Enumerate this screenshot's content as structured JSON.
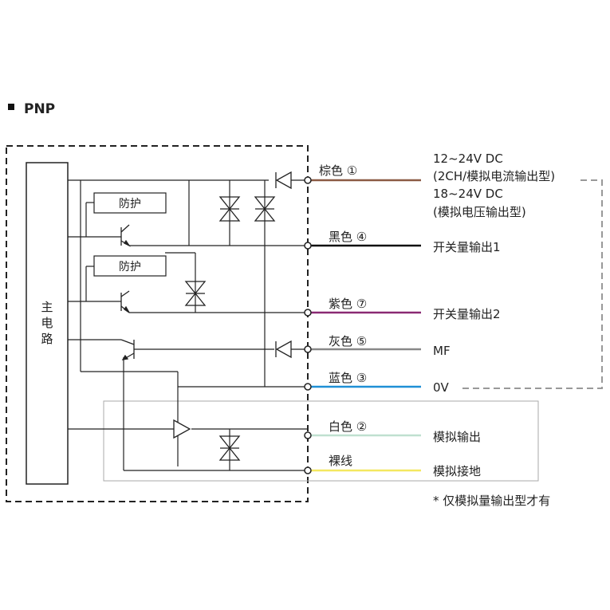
{
  "section_title": "PNP",
  "main_circuit_label": [
    "主",
    "电",
    "路"
  ],
  "protection_labels": [
    "防护",
    "防护"
  ],
  "wires": [
    {
      "name": "棕色 ①",
      "function": "",
      "color": "#8b5a44"
    },
    {
      "name": "黑色 ④",
      "function": "开关量输出1",
      "color": "#111111"
    },
    {
      "name": "紫色 ⑦",
      "function": "开关量输出2",
      "color": "#8a2a73"
    },
    {
      "name": "灰色 ⑤",
      "function": "MF",
      "color": "#888888"
    },
    {
      "name": "蓝色 ③",
      "function": "0V",
      "color": "#1f8fd6"
    },
    {
      "name": "白色 ②",
      "function": "模拟输出",
      "color": "#bfe0cf"
    },
    {
      "name": "裸线",
      "function": "模拟接地",
      "color": "#f4e860"
    }
  ],
  "supply_notes": [
    "12~24V DC",
    "(2CH/模拟电流输出型)",
    "18~24V DC",
    "(模拟电压输出型)"
  ],
  "footnote": "* 仅模拟量输出型才有"
}
